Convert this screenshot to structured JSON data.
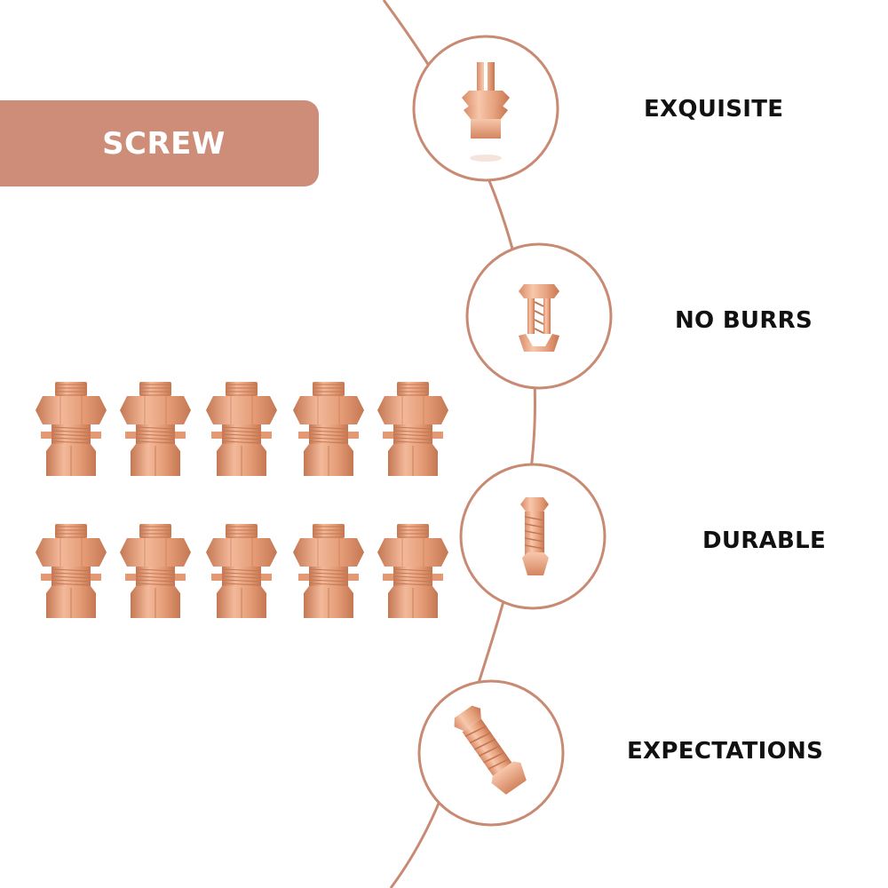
{
  "banner": {
    "label": "SCREW"
  },
  "features": [
    {
      "label": "EXQUISITE"
    },
    {
      "label": "NO BURRS"
    },
    {
      "label": "DURABLE"
    },
    {
      "label": "EXPECTATIONS"
    }
  ],
  "colors": {
    "accent": "#cd8d78",
    "curve": "#c98a74",
    "copper_light": "#f3b99a",
    "copper_mid": "#e39a74",
    "copper_dark": "#c47752",
    "label_text": "#111111"
  },
  "product": {
    "rows": 2,
    "columns": 5
  }
}
